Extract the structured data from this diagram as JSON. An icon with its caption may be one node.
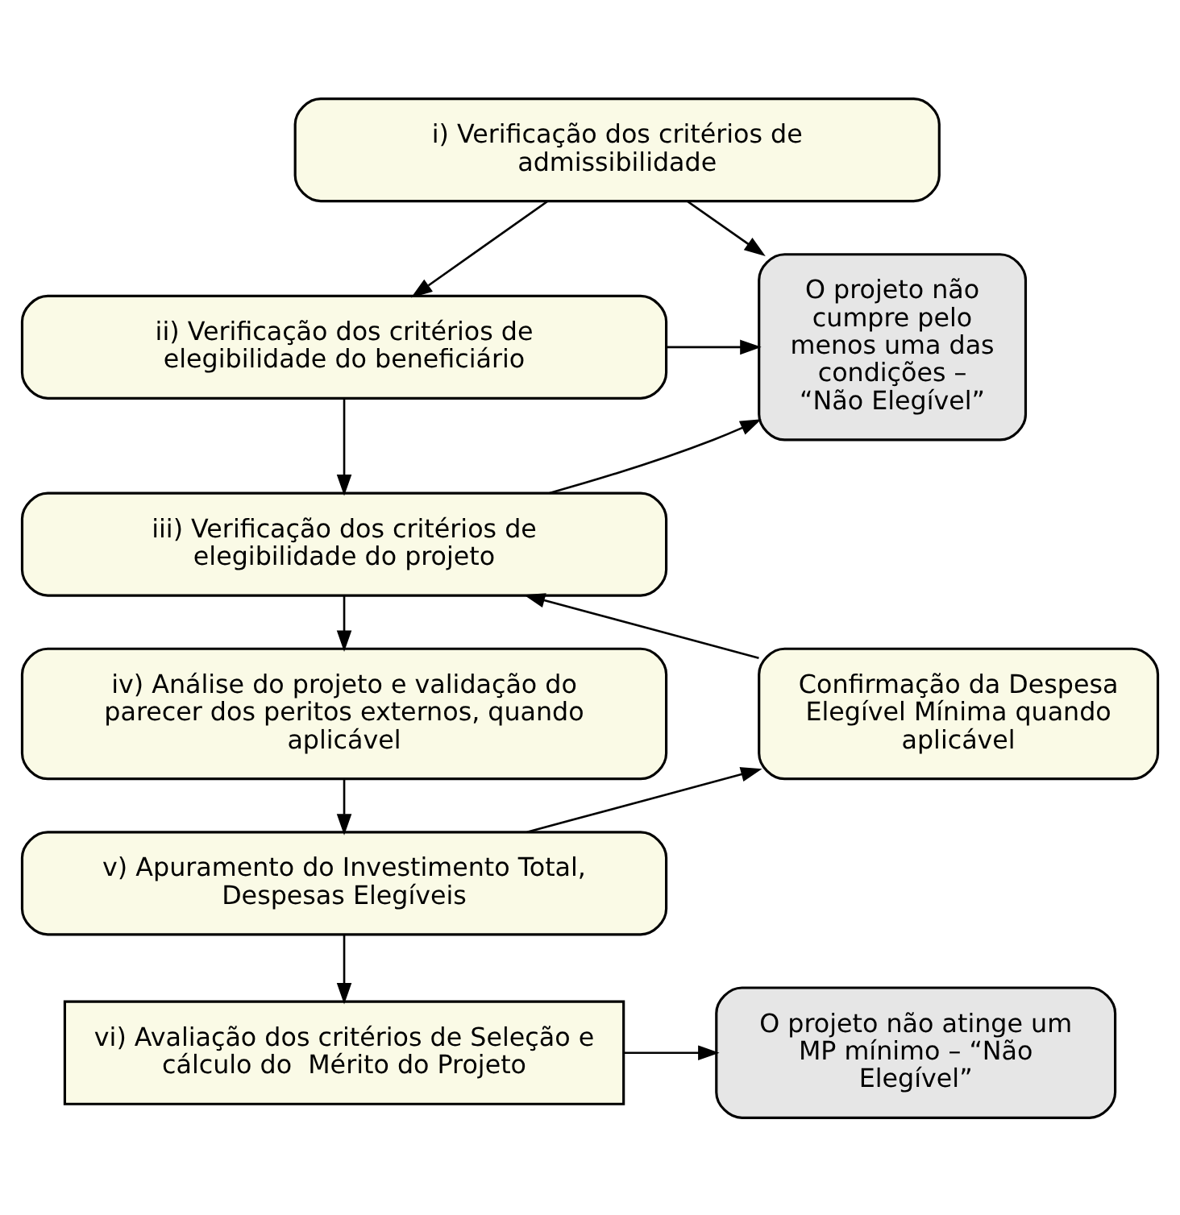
{
  "diagram": {
    "nodes": [
      {
        "text": [
          "i) Verificação dos critérios de admissibilidade"
        ]
      },
      {
        "text": [
          "ii) Verificação dos critérios de elegibilidade do beneficiário"
        ]
      },
      {
        "text": [
          "O projeto não cumpre pelo menos uma das condições – “Não Elegível”"
        ]
      },
      {
        "text": [
          "iii) Verificação dos critérios de elegibilidade do projeto"
        ]
      },
      {
        "text": [
          "iv) Análise do projeto e validação do parecer dos peritos externos, quando aplicável"
        ]
      },
      {
        "text": [
          "Confirmação da Despesa Elegível Mínima quando aplicável"
        ]
      },
      {
        "text": [
          "v) Apuramento do Investimento Total, Despesas Elegíveis"
        ]
      },
      {
        "text": [
          "vi) Avaliação dos critérios de Seleção e cálculo do  Mérito do Projeto"
        ]
      },
      {
        "text": [
          "O projeto não atinge um MP mínimo – “Não Elegível”"
        ]
      }
    ],
    "edges": [
      {
        "from": 0,
        "to": 1,
        "arrow": "to"
      },
      {
        "from": 1,
        "to": 3,
        "arrow": "to"
      },
      {
        "from": 3,
        "to": 4,
        "arrow": "to"
      },
      {
        "from": 4,
        "to": 6,
        "arrow": "to"
      },
      {
        "from": 6,
        "to": 7,
        "arrow": "to"
      },
      {
        "from": 0,
        "to": 2,
        "arrow": "to"
      },
      {
        "from": 1,
        "to": 2,
        "arrow": "to"
      },
      {
        "from": 3,
        "to": 2,
        "arrow": "to"
      },
      {
        "from": 6,
        "to": 5,
        "arrow": "to"
      },
      {
        "from": 5,
        "to": 3,
        "arrow": "to"
      },
      {
        "from": 7,
        "to": 8,
        "arrow": "to"
      }
    ]
  }
}
